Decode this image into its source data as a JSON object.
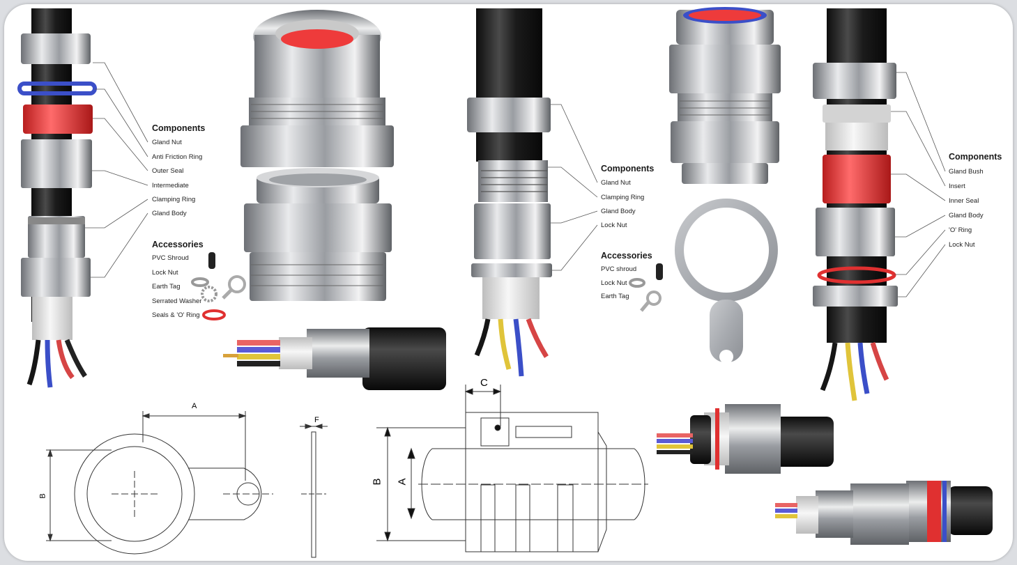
{
  "panel1": {
    "components_heading": "Components",
    "components": [
      "Gland Nut",
      "Anti Friction Ring",
      "Outer Seal",
      "Intermediate",
      "Clamping Ring",
      "Gland Body"
    ],
    "accessories_heading": "Accessories",
    "accessories": [
      "PVC Shroud",
      "Lock Nut",
      "Earth Tag",
      "Serrated Washer",
      "Seals & 'O' Ring"
    ]
  },
  "panel2": {
    "components_heading": "Components",
    "components": [
      "Gland Nut",
      "Clamping Ring",
      "Gland Body",
      "Lock Nut"
    ],
    "accessories_heading": "Accessories",
    "accessories": [
      "PVC shroud",
      "Lock Nut",
      "Earth Tag"
    ]
  },
  "panel3": {
    "components_heading": "Components",
    "components": [
      "Gland Bush",
      "Insert",
      "Inner Seal",
      "Gland Body",
      "'O' Ring",
      "Lock Nut"
    ]
  },
  "drawings": {
    "earth_tag_width": "A",
    "earth_tag_height": "B",
    "earth_tag_thickness": "F",
    "gland_height_outer": "B",
    "gland_height_inner": "A",
    "gland_top": "C"
  },
  "colors": {
    "cable_black": "#1e1e1e",
    "seal_red": "#e83a3a",
    "ring_blue": "#3b4fc8",
    "metal": "#b9bcc0",
    "sheath_white": "#e6e6e6",
    "line": "#333333"
  }
}
